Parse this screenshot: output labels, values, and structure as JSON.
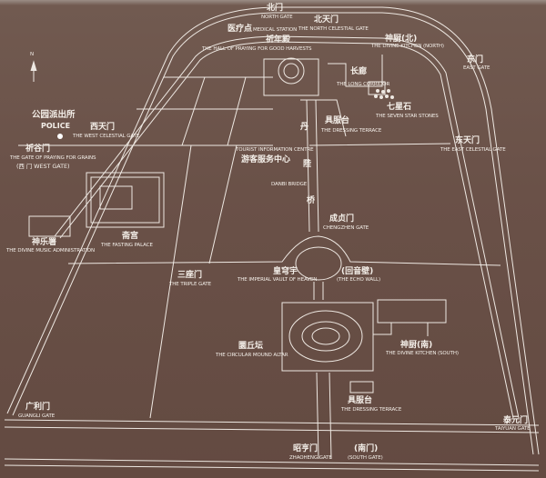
{
  "compass": {
    "label": "N"
  },
  "labels": {
    "north_gate": {
      "cn": "北门",
      "en": "NORTH GATE"
    },
    "medical_station": {
      "cn": "医疗点",
      "en": "MEDICAL STATION"
    },
    "north_celestial_gate": {
      "cn": "北天门",
      "en": "THE NORTH CELESTIAL GATE"
    },
    "hall_of_prayer": {
      "cn": "祈年殿",
      "en": "THE HALL OF PRAYING FOR GOOD HARVESTS"
    },
    "divine_kitchen_north": {
      "cn": "神厨(北)",
      "en": "THE DIVINE KITCHEN (NORTH)"
    },
    "east_gate": {
      "cn": "东门",
      "en": "EAST GATE"
    },
    "long_corridor": {
      "cn": "长廊",
      "en": "THE LONG CORRIDOR"
    },
    "seven_star_stones": {
      "cn": "七星石",
      "en": "THE SEVEN STAR STONES"
    },
    "dressing_terrace_north": {
      "cn": "具服台",
      "en": "THE DRESSING TERRACE"
    },
    "east_celestial_gate": {
      "cn": "东天门",
      "en": "THE EAST CELESTIAL GATE"
    },
    "tourist_info": {
      "en": "TOURIST INFORMATION CENTRE",
      "cn": "游客服务中心"
    },
    "danbi_bridge": {
      "en": "DANBI BRIDGE",
      "cn1": "丹",
      "cn2": "陛",
      "cn3": "桥"
    },
    "chengzhen_gate": {
      "cn": "成贞门",
      "en": "CHENGZHEN GATE"
    },
    "police": {
      "cn": "公园派出所",
      "en": "POLICE"
    },
    "west_celestial_gate": {
      "cn": "西天门",
      "en": "THE WEST CELESTIAL GATE"
    },
    "gate_praying_grains": {
      "cn": "祈谷门",
      "en": "THE GATE OF PRAYING FOR GRAINS",
      "alt": "(西 门   WEST GATE)"
    },
    "fasting_palace": {
      "cn": "斋宫",
      "en": "THE FASTING PALACE"
    },
    "divine_music": {
      "cn": "神乐署",
      "en": "THE DIVINE MUSIC ADMINISTRATION"
    },
    "triple_gate": {
      "cn": "三座门",
      "en": "THE TRIPLE GATE"
    },
    "imperial_vault": {
      "cn": "皇穹宇",
      "en": "THE IMPERIAL VAULT OF HEAVEN"
    },
    "echo_wall": {
      "cn": "(回音壁)",
      "en": "(THE ECHO WALL)"
    },
    "circular_mound": {
      "cn": "圜丘坛",
      "en": "THE CIRCULAR MOUND ALTAR"
    },
    "divine_kitchen_south": {
      "cn": "神厨(南)",
      "en": "THE DIVINE KITCHEN (SOUTH)"
    },
    "dressing_terrace_south": {
      "cn": "具服台",
      "en": "THE DRESSING TERRACE"
    },
    "taiyuan_gate": {
      "cn": "泰元门",
      "en": "TAIYUAN GATE"
    },
    "zhaoheng_gate": {
      "cn": "昭亨门",
      "en": "ZHAOHENG GATE"
    },
    "south_gate": {
      "cn": "(南门)",
      "en": "(SOUTH GATE)"
    },
    "guangli_gate": {
      "cn": "广利门",
      "en": "GUANGLI GATE"
    }
  }
}
